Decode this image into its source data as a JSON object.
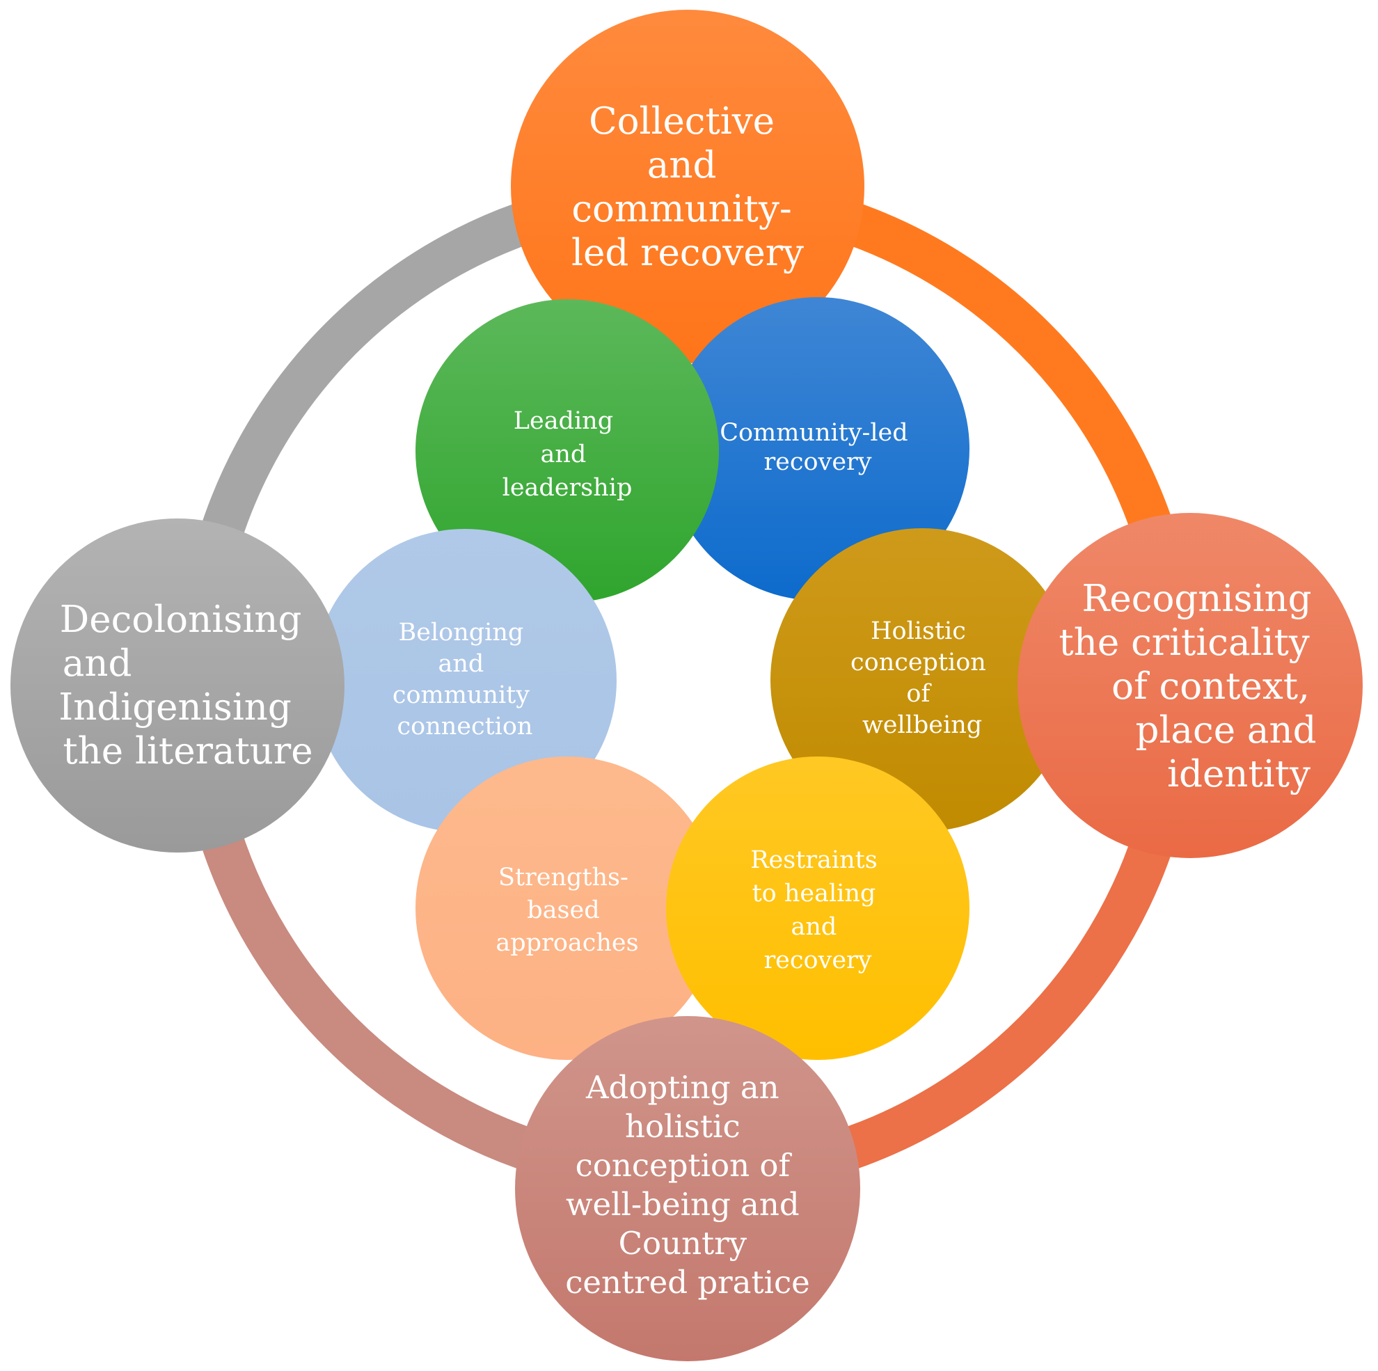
{
  "outer": [
    {
      "id": "collective",
      "lines": [
        "Collective",
        "and",
        "community-",
        "led recovery"
      ],
      "color": "#ff7519",
      "color_light": "#ff8a3d"
    },
    {
      "id": "recognising",
      "lines": [
        "Recognising",
        "the criticality",
        "of context,",
        "place and",
        "identity"
      ],
      "color": "#ea6a45",
      "color_light": "#ef8868"
    },
    {
      "id": "adopting",
      "lines": [
        "Adopting an",
        "holistic",
        "conception of",
        "well-being and",
        "Country",
        "centred pratice"
      ],
      "color": "#c4786d",
      "color_light": "#d0958b"
    },
    {
      "id": "decolonising",
      "lines": [
        "Decolonising",
        "and",
        "Indigenising",
        "the literature"
      ],
      "color": "#9a9a9a",
      "color_light": "#b3b3b3"
    }
  ],
  "inner": [
    {
      "id": "community-led",
      "lines": [
        "Community-led",
        "recovery"
      ],
      "color": "#0d6bcc",
      "color_light": "#3f86d5"
    },
    {
      "id": "holistic",
      "lines": [
        "Holistic",
        "conception",
        "of",
        "wellbeing"
      ],
      "color": "#c08b00",
      "color_light": "#cf9a1a"
    },
    {
      "id": "restraints",
      "lines": [
        "Restraints",
        "to healing",
        "and",
        "recovery"
      ],
      "color": "#ffbf00",
      "color_light": "#ffc823"
    },
    {
      "id": "strengths",
      "lines": [
        "Strengths-",
        "based",
        "approaches"
      ],
      "color": "#fdb184",
      "color_light": "#fdb98c"
    },
    {
      "id": "belonging",
      "lines": [
        "Belonging",
        "and",
        "community",
        "connection"
      ],
      "color": "#a9c4e6",
      "color_light": "#b0c9e8"
    },
    {
      "id": "leading",
      "lines": [
        "Leading",
        "and",
        "leadership"
      ],
      "color": "#2fa52d",
      "color_light": "#5cb85a"
    }
  ],
  "ring_colors": {
    "top_left": "#a6a6a6",
    "top_right": "#ff7a1f",
    "bottom_right": "#ec7048",
    "bottom_left": "#c98a80"
  }
}
